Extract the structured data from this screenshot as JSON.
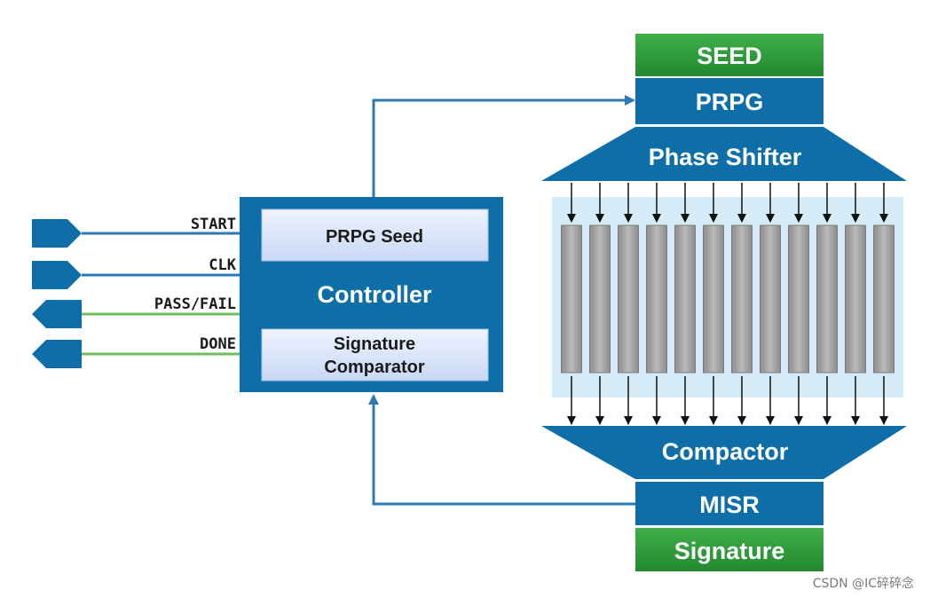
{
  "diagram": {
    "blocks": {
      "seed": "SEED",
      "prprg": "PRPG",
      "phase_shifter": "Phase Shifter",
      "compactor": "Compactor",
      "misr": "MISR",
      "signature": "Signature",
      "controller": "Controller",
      "prpg_seed": "PRPG Seed",
      "signature_comparator_line1": "Signature",
      "signature_comparator_line2": "Comparator"
    },
    "signals": {
      "start": "START",
      "clk": "CLK",
      "pass_fail": "PASS/FAIL",
      "done": "DONE"
    },
    "scan_chain_count": 12,
    "colors": {
      "blue_block": "#0e6ea8",
      "green_block": "#2f9e3a",
      "input_line": "#2a7ab8",
      "output_line": "#6cbf5a",
      "chain_area": "#d6ebf8",
      "chain_fill": "#9a9a9a",
      "inner_box": "#dfe8fb"
    }
  },
  "watermark": "CSDN @IC碎碎念"
}
